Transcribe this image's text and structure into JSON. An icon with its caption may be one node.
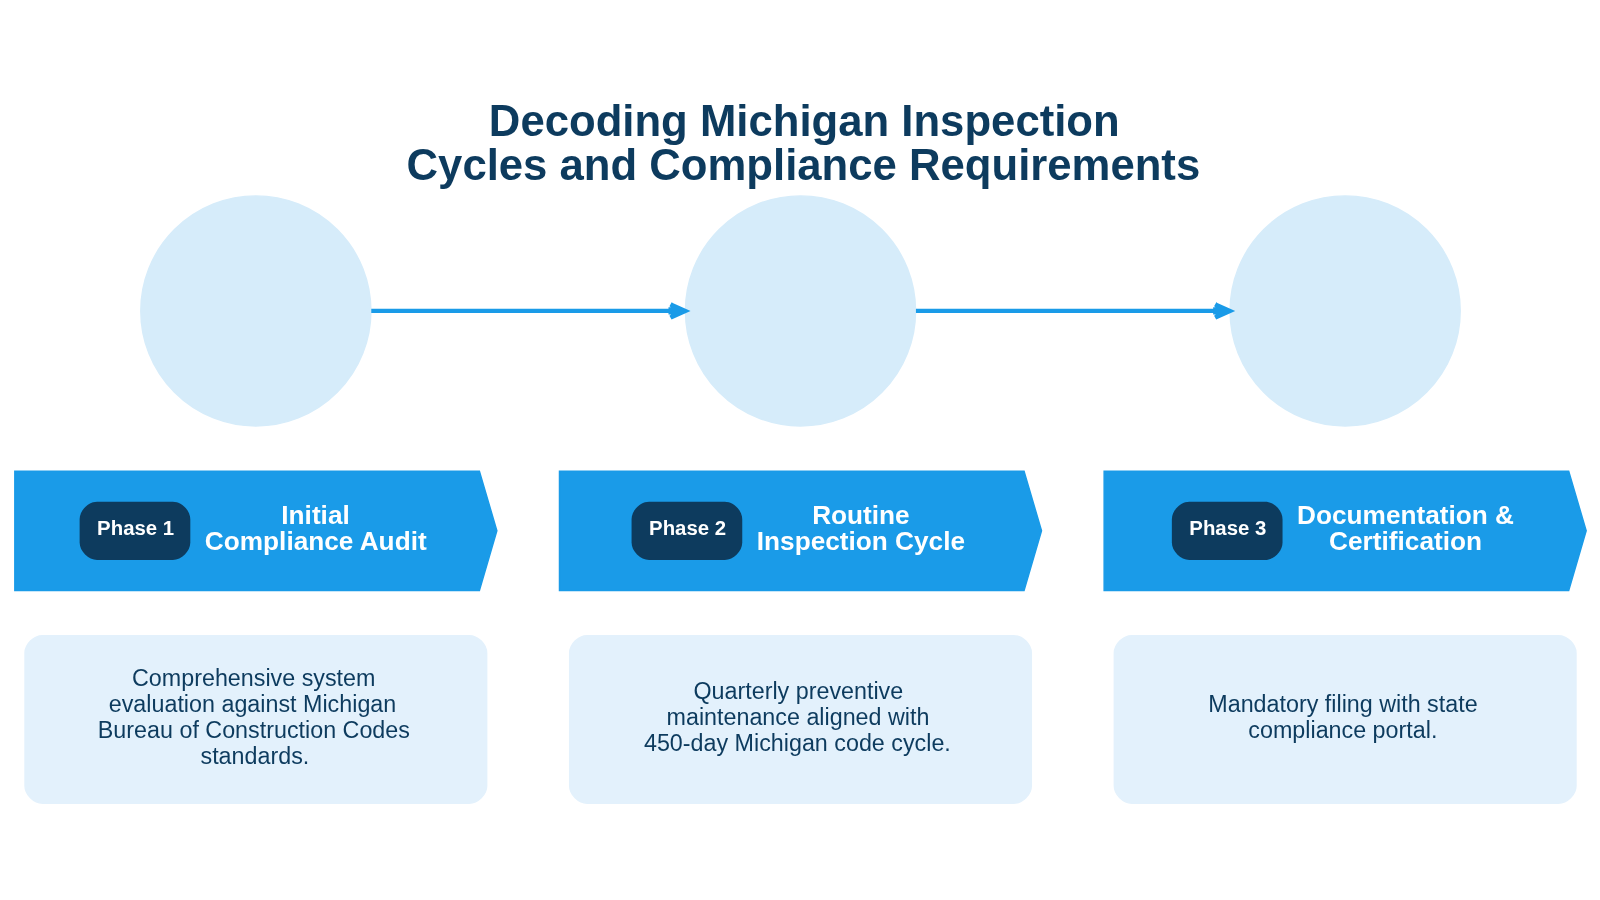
{
  "diagram": {
    "title": "Decoding Michigan Inspection Cycles and Compliance Requirements",
    "nodes": [
      {
        "text": [],
        "shape": "circle"
      },
      {
        "text": [],
        "shape": "circle"
      },
      {
        "text": [],
        "shape": "circle"
      },
      {
        "text": [
          "Phase 1",
          "Initial Compliance Audit"
        ]
      },
      {
        "text": [
          "Phase 2",
          "Routine Inspection Cycle"
        ]
      },
      {
        "text": [
          "Phase 3",
          "Documentation & Certification"
        ]
      },
      {
        "text": [
          "Comprehensive system evaluation against Michigan Bureau of Construction Codes standards."
        ]
      },
      {
        "text": [
          "Quarterly preventive maintenance aligned with 450-day Michigan code cycle."
        ]
      },
      {
        "text": [
          "Mandatory filing with state compliance portal."
        ]
      }
    ],
    "edges": [
      {
        "from": 0,
        "to": 1,
        "arrow": "to"
      },
      {
        "from": 1,
        "to": 2,
        "arrow": "to"
      }
    ]
  }
}
